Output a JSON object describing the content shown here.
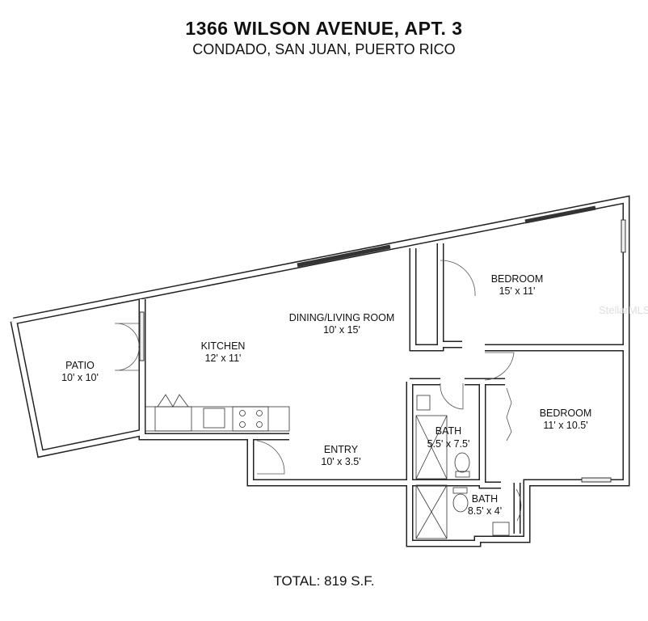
{
  "header": {
    "title": "1366 WILSON AVENUE, APT. 3",
    "subtitle": "CONDADO, SAN JUAN, PUERTO RICO"
  },
  "rooms": [
    {
      "name": "PATIO",
      "size": "10' x 10'"
    },
    {
      "name": "KITCHEN",
      "size": "12' x 11'"
    },
    {
      "name": "DINING/LIVING ROOM",
      "size": "10' x 15'"
    },
    {
      "name": "BEDROOM",
      "size": "15' x 11'"
    },
    {
      "name": "BEDROOM",
      "size": "11' x 10.5'"
    },
    {
      "name": "BATH",
      "size": "5.5' x 7.5'"
    },
    {
      "name": "ENTRY",
      "size": "10' x 3.5'"
    },
    {
      "name": "BATH",
      "size": "8.5' x 4'"
    }
  ],
  "footer": {
    "total": "TOTAL: 819 S.F."
  },
  "watermark": "StellarMLS"
}
